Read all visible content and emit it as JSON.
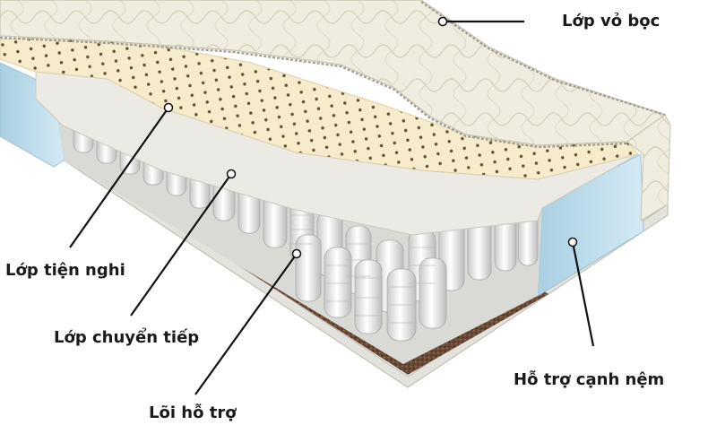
{
  "labels": {
    "cover": "Lớp vỏ bọc",
    "comfort": "Lớp tiện nghi",
    "transition": "Lớp chuyển tiếp",
    "core": "Lõi hỗ trợ",
    "edge": "Hỗ trợ cạnh nệm"
  },
  "colors": {
    "cover_fabric": "#efece0",
    "foam_latex": "#f6eccb",
    "transition_layer": "#ebeae4",
    "edge_support": "#bcdcea",
    "springs": "#f2f2f2",
    "coir_base": "#6b4a35",
    "leader_line": "#111111"
  },
  "icons": [
    "leader-line",
    "callout-dot"
  ]
}
